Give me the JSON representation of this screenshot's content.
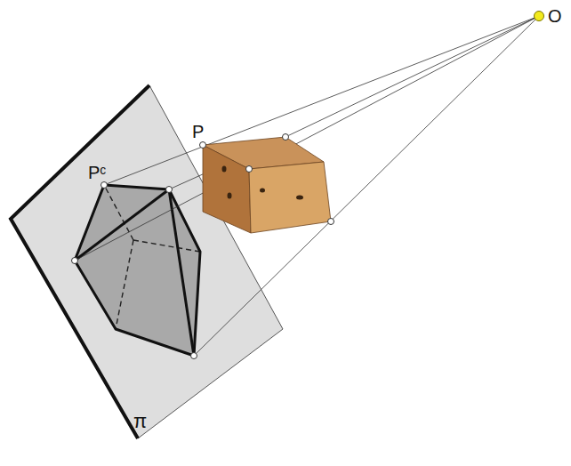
{
  "diagram": {
    "labels": [
      "O",
      "P",
      "Pᶜ",
      "π"
    ]
  }
}
